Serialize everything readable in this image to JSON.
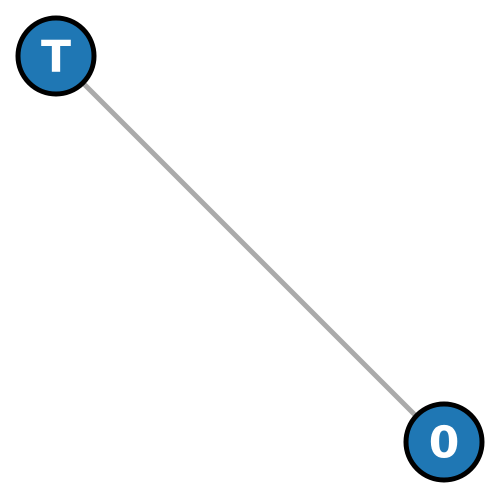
{
  "graph": {
    "node_fill": "#1f77b4",
    "node_stroke": "#000000",
    "edge_color": "#aaaaaa",
    "background": "#ffffff",
    "nodes": [
      {
        "id": "T",
        "label": "T"
      },
      {
        "id": "0",
        "label": "0"
      }
    ],
    "edges": [
      {
        "source": "T",
        "target": "0"
      }
    ]
  }
}
